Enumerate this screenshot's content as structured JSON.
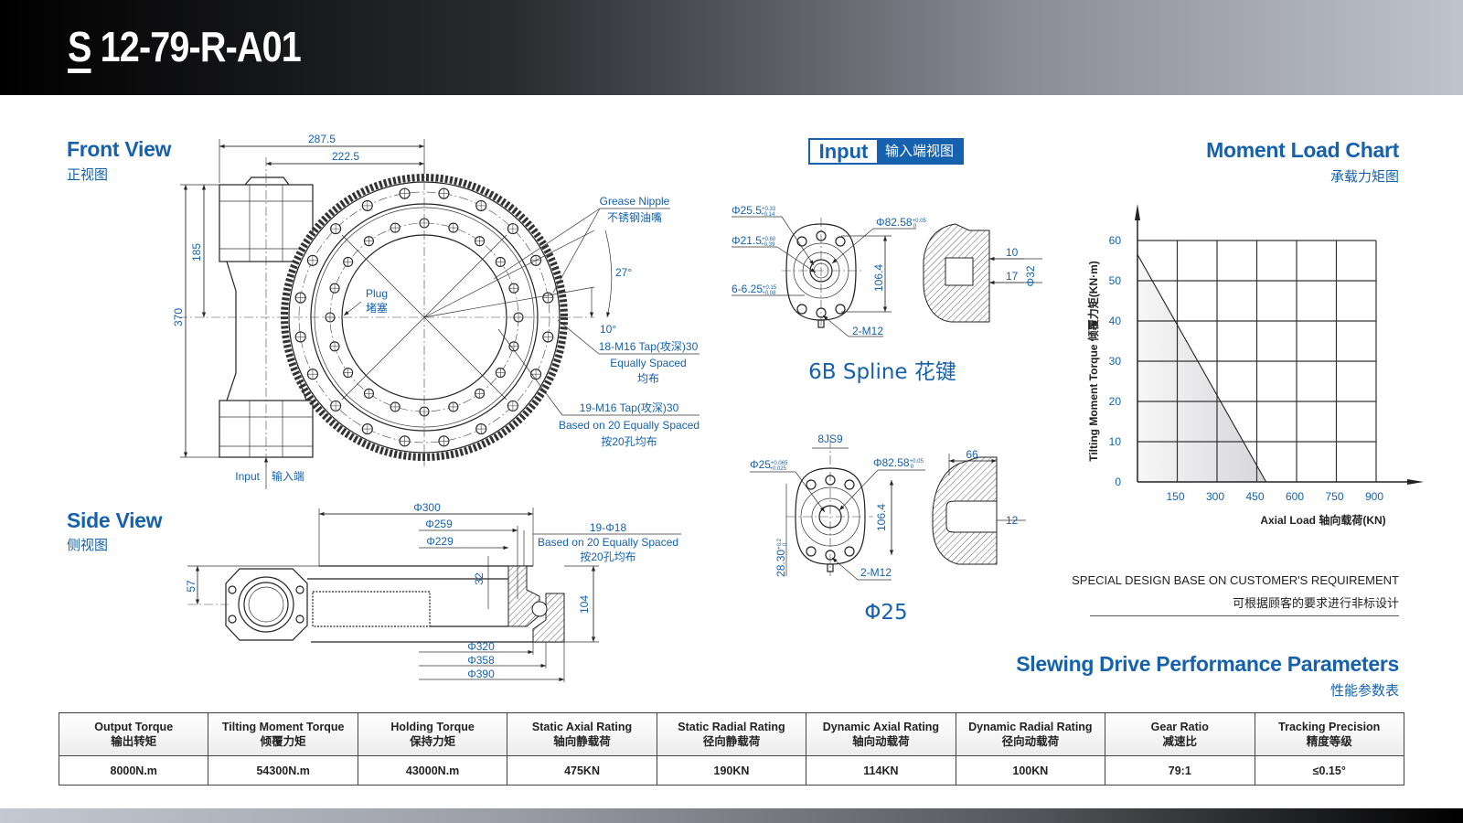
{
  "header": {
    "title_prefix": "S",
    "title_rest": " 12-79-R-A01"
  },
  "front_view": {
    "title": "Front View",
    "subtitle": "正视图",
    "dims": {
      "width_total": "287.5",
      "width_center": "222.5",
      "height_half": "185",
      "height_total": "370"
    },
    "labels": {
      "grease_nipple": "Grease Nipple",
      "grease_nipple_zh": "不锈钢油嘴",
      "angle_27": "27°",
      "angle_10": "10°",
      "plug": "Plug",
      "plug_zh": "堵塞",
      "tap18": "18-M16 Tap(攻深)30",
      "tap18_spaced": "Equally Spaced",
      "tap18_zh": "均布",
      "tap19": "19-M16 Tap(攻深)30",
      "tap19_spaced": "Based on 20 Equally Spaced",
      "tap19_zh": "按20孔均布",
      "input": "Input",
      "input_zh": "输入端"
    }
  },
  "side_view": {
    "title": "Side View",
    "subtitle": "侧视图",
    "dims": {
      "d300": "Φ300",
      "d259": "Φ259",
      "d229": "Φ229",
      "h32": "32",
      "h57": "57",
      "h104": "104",
      "d320": "Φ320",
      "d358": "Φ358",
      "d390": "Φ390"
    },
    "holes": "19-Φ18",
    "holes_spaced": "Based on 20 Equally Spaced",
    "holes_zh": "按20孔均布"
  },
  "input_view": {
    "badge_en": "Input",
    "badge_zh": "输入端视图",
    "spline": {
      "caption": "6B Spline 花键",
      "d25_5": "Φ25.5",
      "d25_5_tol_up": "+0.33",
      "d25_5_tol_lo": "+0.14",
      "d21_5": "Φ21.5",
      "d21_5_tol_up": "+0.60",
      "d21_5_tol_lo": "+0.39",
      "w6": "6-6.25",
      "w6_tol_up": "+0.15",
      "w6_tol_lo": "+0.08",
      "d82": "Φ82.58",
      "d82_tol_up": "+0.05",
      "d82_tol_lo": "0",
      "h106": "106.4",
      "m12": "2-M12",
      "s10": "10",
      "s17": "17",
      "d32": "Φ32"
    },
    "shaft": {
      "caption": "Φ25",
      "key": "8JS9",
      "d25": "Φ25",
      "d25_tol_up": "+0.065",
      "d25_tol_lo": "+0.025",
      "d82": "Φ82.58",
      "d82_tol_up": "+0.05",
      "d82_tol_lo": "0",
      "h106": "106.4",
      "h28": "28.30",
      "h28_tol_up": "+0.2",
      "h28_tol_lo": "0",
      "m12": "2-M12",
      "w66": "66",
      "s12": "12"
    }
  },
  "moment_chart": {
    "title": "Moment Load Chart",
    "subtitle": "承载力矩图"
  },
  "chart_data": {
    "type": "area",
    "title": "Moment Load Chart",
    "xlabel": "Axial Load 轴向载荷(KN)",
    "ylabel": "Tilting Moment Torque 倾覆力矩(KN·m)",
    "x_ticks": [
      "150",
      "300",
      "450",
      "600",
      "750",
      "900"
    ],
    "y_ticks": [
      "0",
      "10",
      "20",
      "30",
      "40",
      "50",
      "60"
    ],
    "xlim": [
      0,
      900
    ],
    "ylim": [
      0,
      60
    ],
    "grid": true,
    "series": [
      {
        "name": "load limit",
        "x": [
          0,
          485
        ],
        "y": [
          56.5,
          0
        ]
      }
    ]
  },
  "notes": {
    "special_en": "SPECIAL DESIGN BASE ON CUSTOMER'S REQUIREMENT",
    "special_zh": "可根据顾客的要求进行非标设计"
  },
  "params": {
    "title": "Slewing Drive Performance Parameters",
    "subtitle": "性能参数表",
    "columns": [
      {
        "en": "Output Torque",
        "zh": "输出转矩",
        "value": "8000N.m"
      },
      {
        "en": "Tilting Moment Torque",
        "zh": "倾覆力矩",
        "value": "54300N.m"
      },
      {
        "en": "Holding Torque",
        "zh": "保持力矩",
        "value": "43000N.m"
      },
      {
        "en": "Static Axial Rating",
        "zh": "轴向静载荷",
        "value": "475KN"
      },
      {
        "en": "Static Radial Rating",
        "zh": "径向静载荷",
        "value": "190KN"
      },
      {
        "en": "Dynamic Axial Rating",
        "zh": "轴向动载荷",
        "value": "114KN"
      },
      {
        "en": "Dynamic Radial Rating",
        "zh": "径向动载荷",
        "value": "100KN"
      },
      {
        "en": "Gear Ratio",
        "zh": "减速比",
        "value": "79:1"
      },
      {
        "en": "Tracking Precision",
        "zh": "精度等级",
        "value": "≤0.15°"
      }
    ]
  },
  "colors": {
    "accent": "#1561ad",
    "text": "#222222"
  }
}
